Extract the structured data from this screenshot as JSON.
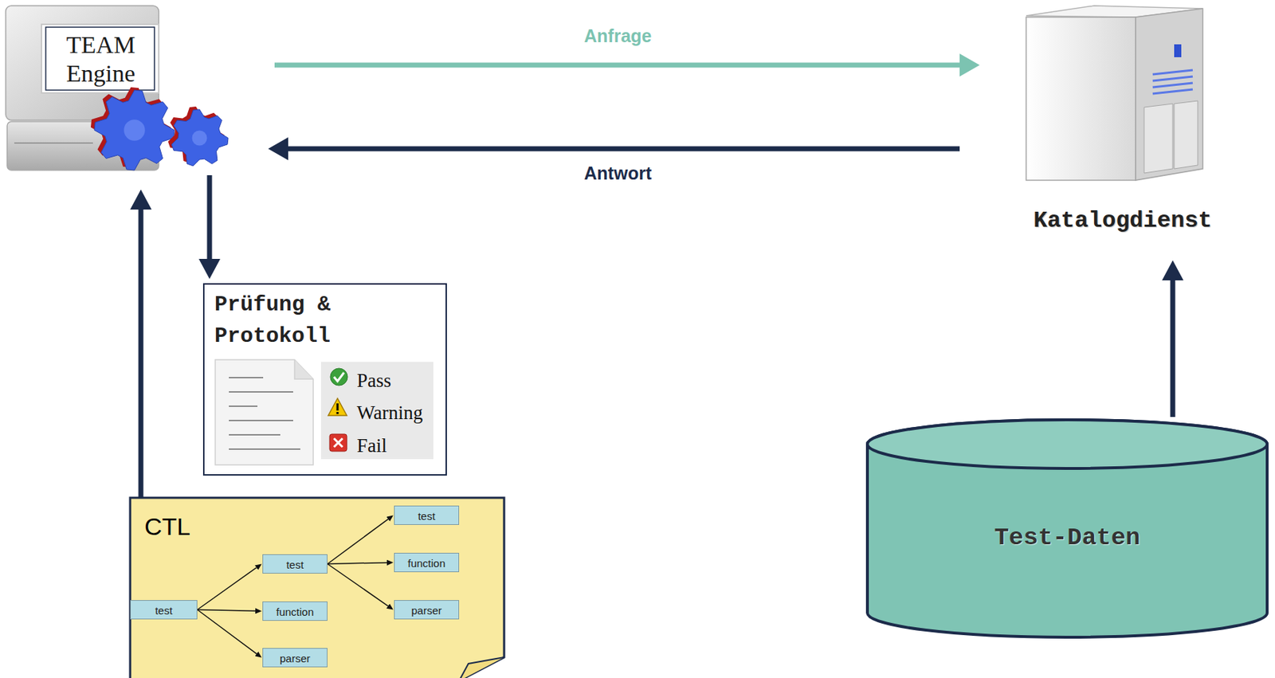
{
  "diagram": {
    "nodes": [
      {
        "text": [
          "TEAM Engine"
        ]
      },
      {
        "text": [
          "Katalogdienst"
        ]
      },
      {
        "text": [
          "Prüfung & Protokoll",
          "Pass",
          "Warning",
          "Fail"
        ]
      },
      {
        "text": [
          "CTL"
        ]
      },
      {
        "text": [
          "test"
        ],
        "in": 3
      },
      {
        "text": [
          "test"
        ],
        "in": 3
      },
      {
        "text": [
          "function"
        ],
        "in": 3
      },
      {
        "text": [
          "parser"
        ],
        "in": 3
      },
      {
        "text": [
          "test"
        ],
        "in": 3
      },
      {
        "text": [
          "function"
        ],
        "in": 3
      },
      {
        "text": [
          "parser"
        ],
        "in": 3
      },
      {
        "text": [
          "Test-Daten"
        ]
      }
    ],
    "edges": [
      {
        "from": 0,
        "to": 1,
        "label": "Anfrage",
        "arrow": "to"
      },
      {
        "from": 1,
        "to": 0,
        "label": "Antwort",
        "arrow": "to"
      },
      {
        "from": 0,
        "to": 2,
        "arrow": "to"
      },
      {
        "from": 3,
        "to": 0,
        "arrow": "to"
      },
      {
        "from": 11,
        "to": 1,
        "arrow": "to"
      },
      {
        "from": 4,
        "to": 5,
        "arrow": "to"
      },
      {
        "from": 4,
        "to": 6,
        "arrow": "to"
      },
      {
        "from": 4,
        "to": 7,
        "arrow": "to"
      },
      {
        "from": 5,
        "to": 8,
        "arrow": "to"
      },
      {
        "from": 5,
        "to": 9,
        "arrow": "to"
      },
      {
        "from": 5,
        "to": 10,
        "arrow": "to"
      }
    ]
  }
}
